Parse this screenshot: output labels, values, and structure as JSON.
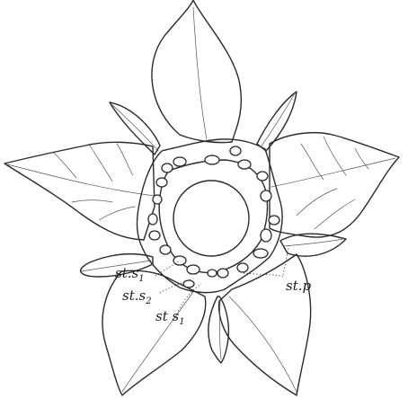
{
  "figure": {
    "labels": [
      {
        "id": "st-p",
        "base": "st.p",
        "sub": ""
      },
      {
        "id": "st-s1-upper",
        "base": "st.s",
        "sub": "1"
      },
      {
        "id": "st-s2",
        "base": "st.s",
        "sub": "2"
      },
      {
        "id": "st-s1-lower",
        "base": "st s",
        "sub": "1"
      }
    ]
  }
}
